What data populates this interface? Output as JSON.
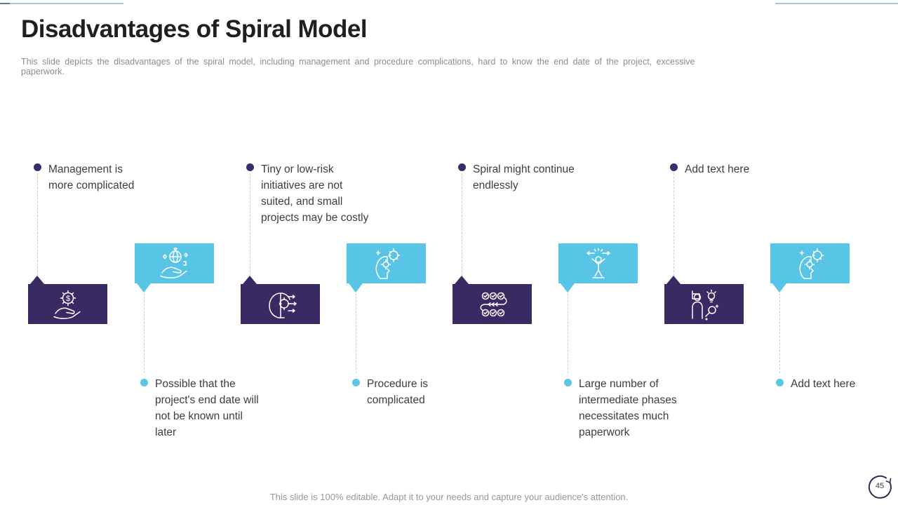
{
  "slide": {
    "title": "Disadvantages of Spiral Model",
    "subtitle": "This slide depicts the disadvantages of the spiral model, including management and procedure complications, hard to know the end date of the project, excessive paperwork.",
    "footer": "This slide is 100% editable. Adapt it to your needs and capture your audience's attention.",
    "page_number": "45"
  },
  "colors": {
    "purple": "#3a2a64",
    "blue": "#58c5e6",
    "body_text": "#3d3d3d",
    "muted_text": "#8e8e8e",
    "topline_blue": "#a6cbdc"
  },
  "items": [
    {
      "label": "Management is more complicated",
      "position": "top",
      "color": "purple",
      "icon": "hand-gear-dollar-icon"
    },
    {
      "label": "Possible that the project's end date will not be known until later",
      "position": "bottom",
      "color": "blue",
      "icon": "hand-globe-icon"
    },
    {
      "label": "Tiny or low-risk initiatives are not suited, and small projects may be costly",
      "position": "top",
      "color": "purple",
      "icon": "head-gear-arrows-icon"
    },
    {
      "label": "Procedure is complicated",
      "position": "bottom",
      "color": "blue",
      "icon": "head-gears-icon"
    },
    {
      "label": "Spiral might continue endlessly",
      "position": "top",
      "color": "purple",
      "icon": "process-flow-icon"
    },
    {
      "label": "Large number of intermediate phases necessitates much paperwork",
      "position": "bottom",
      "color": "blue",
      "icon": "person-arrows-icon"
    },
    {
      "label": "Add text here",
      "position": "top",
      "color": "purple",
      "icon": "person-idea-icon"
    },
    {
      "label": "Add text here",
      "position": "bottom",
      "color": "blue",
      "icon": "head-gears-icon"
    }
  ]
}
